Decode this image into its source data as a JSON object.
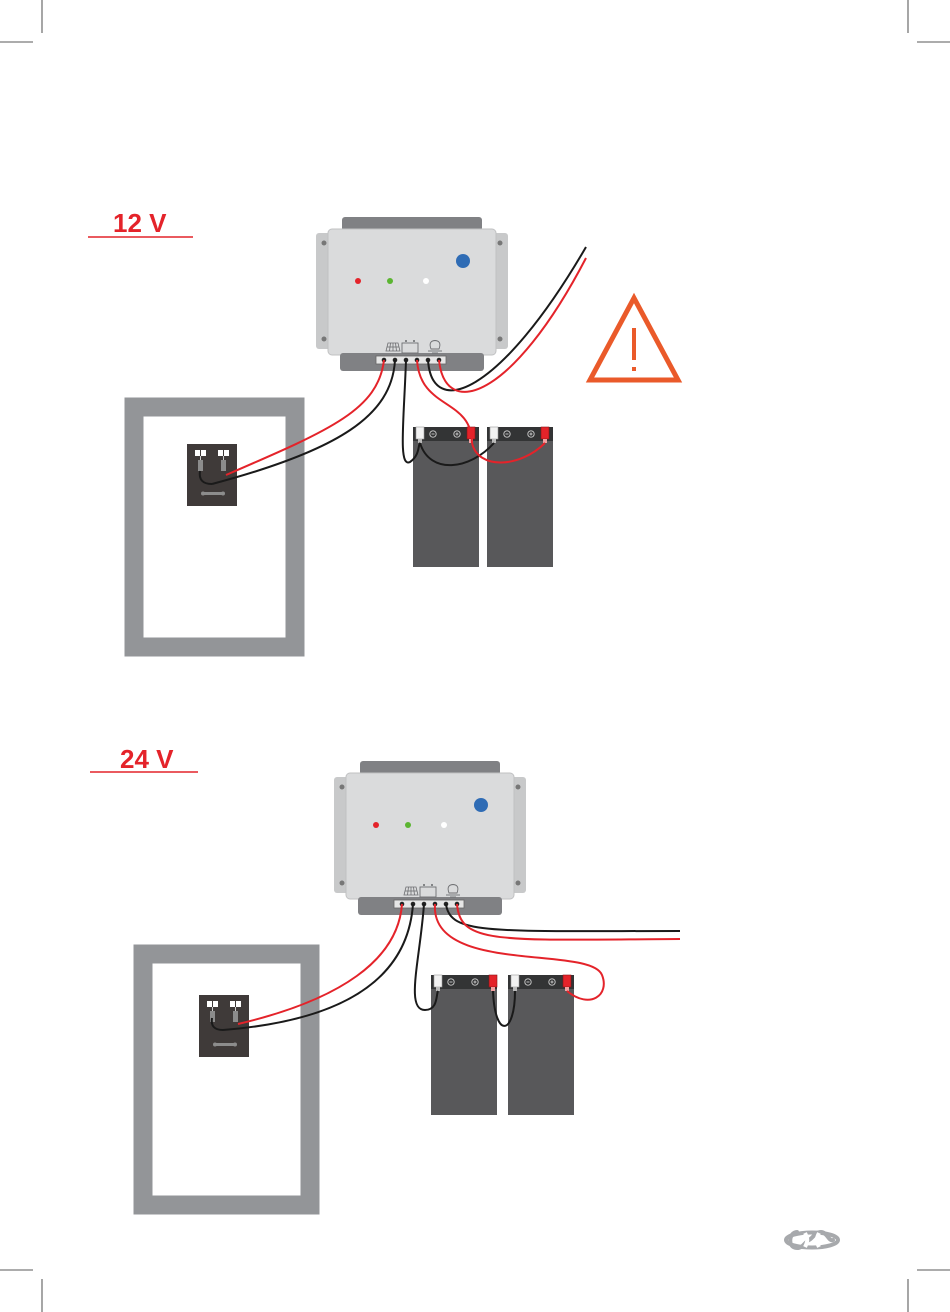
{
  "sections": [
    {
      "id": "12v",
      "label": "12 V",
      "battery_wiring": "parallel",
      "output_lines": "diagonal"
    },
    {
      "id": "24v",
      "label": "24 V",
      "battery_wiring": "series",
      "output_lines": "horizontal"
    }
  ],
  "colors": {
    "accent_red": "#e4232a",
    "warning_orange": "#ea5a2a",
    "controller_body": "#dadbdc",
    "controller_trim": "#808184",
    "panel_frame": "#939598",
    "battery": "#58585a",
    "junction_box": "#3f3a39",
    "led_red": "#e4232a",
    "led_green": "#5bb531",
    "led_white": "#ffffff",
    "button_blue": "#2f6cb5",
    "wire_red": "#e4232a",
    "wire_black": "#1a1a1a"
  },
  "icons": [
    "solar-panel-icon",
    "battery-icon",
    "bulb-icon",
    "warning-triangle-icon",
    "brand-logo-icon",
    "crop-mark-icon"
  ]
}
